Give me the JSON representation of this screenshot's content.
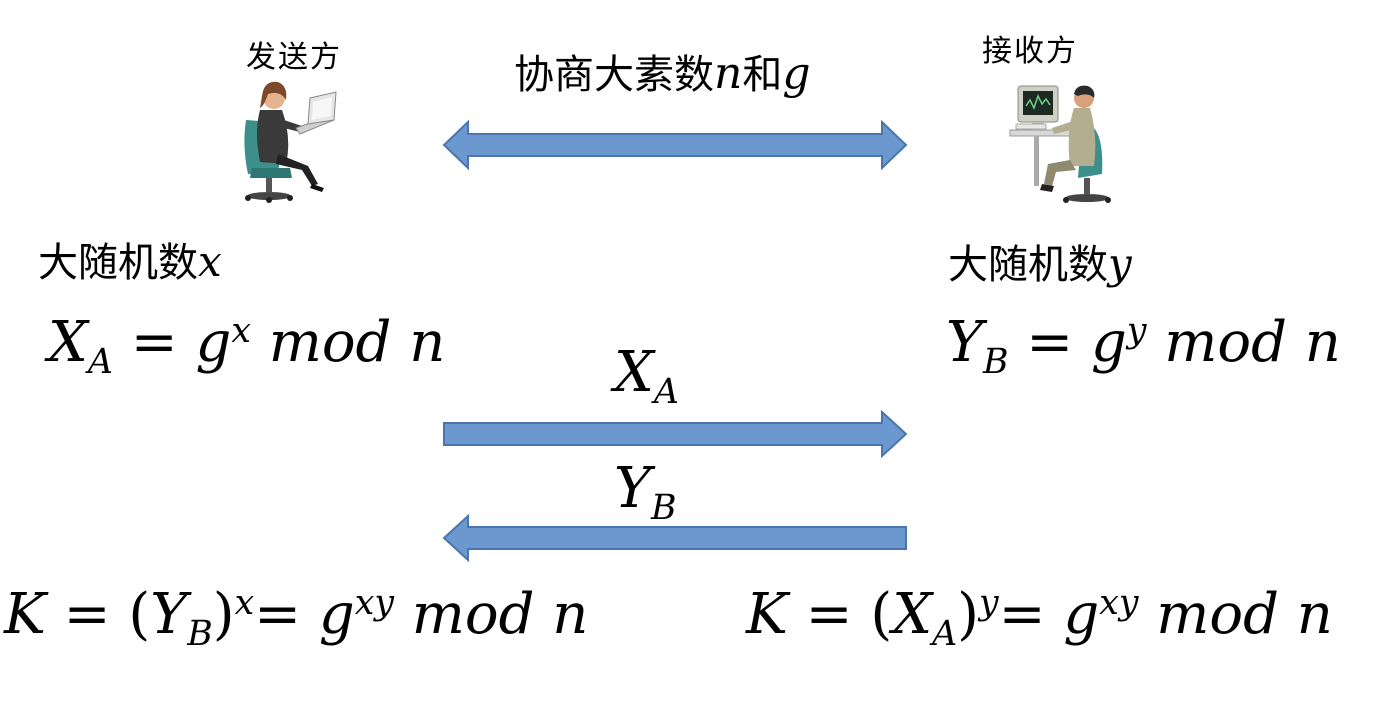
{
  "sender": {
    "role_label": "发送方",
    "random_label": "大随机数",
    "random_var": "x"
  },
  "receiver": {
    "role_label": "接收方",
    "random_label": "大随机数",
    "random_var": "y"
  },
  "negotiate": {
    "label": "协商大素数",
    "var_n": "n",
    "and": "和",
    "var_g": "g"
  },
  "formulas": {
    "sender_public": {
      "lhs": "X",
      "lhs_sub": "A",
      "eq": " = ",
      "base": "g",
      "exp": "x",
      "tail": " mod n"
    },
    "receiver_public": {
      "lhs": "Y",
      "lhs_sub": "B",
      "eq": " = ",
      "base": "g",
      "exp": "y",
      "tail": " mod n"
    },
    "sender_key": {
      "k": "K",
      "eq1": " = (",
      "inner": "Y",
      "inner_sub": "B",
      "close": ")",
      "exp1": "x",
      "eq2": "= ",
      "base": "g",
      "exp2": "xy",
      "tail": " mod n"
    },
    "receiver_key": {
      "k": "K",
      "eq1": " = (",
      "inner": "X",
      "inner_sub": "A",
      "close": ")",
      "exp1": "y",
      "eq2": "= ",
      "base": "g",
      "exp2": "xy",
      "tail": " mod n"
    }
  },
  "messages": {
    "to_receiver": {
      "var": "X",
      "sub": "A"
    },
    "to_sender": {
      "var": "Y",
      "sub": "B"
    }
  },
  "colors": {
    "arrow_fill": "#6a98cf",
    "arrow_stroke": "#4a76ad"
  },
  "icons": {
    "sender": "woman-at-laptop-icon",
    "receiver": "man-at-computer-icon"
  }
}
